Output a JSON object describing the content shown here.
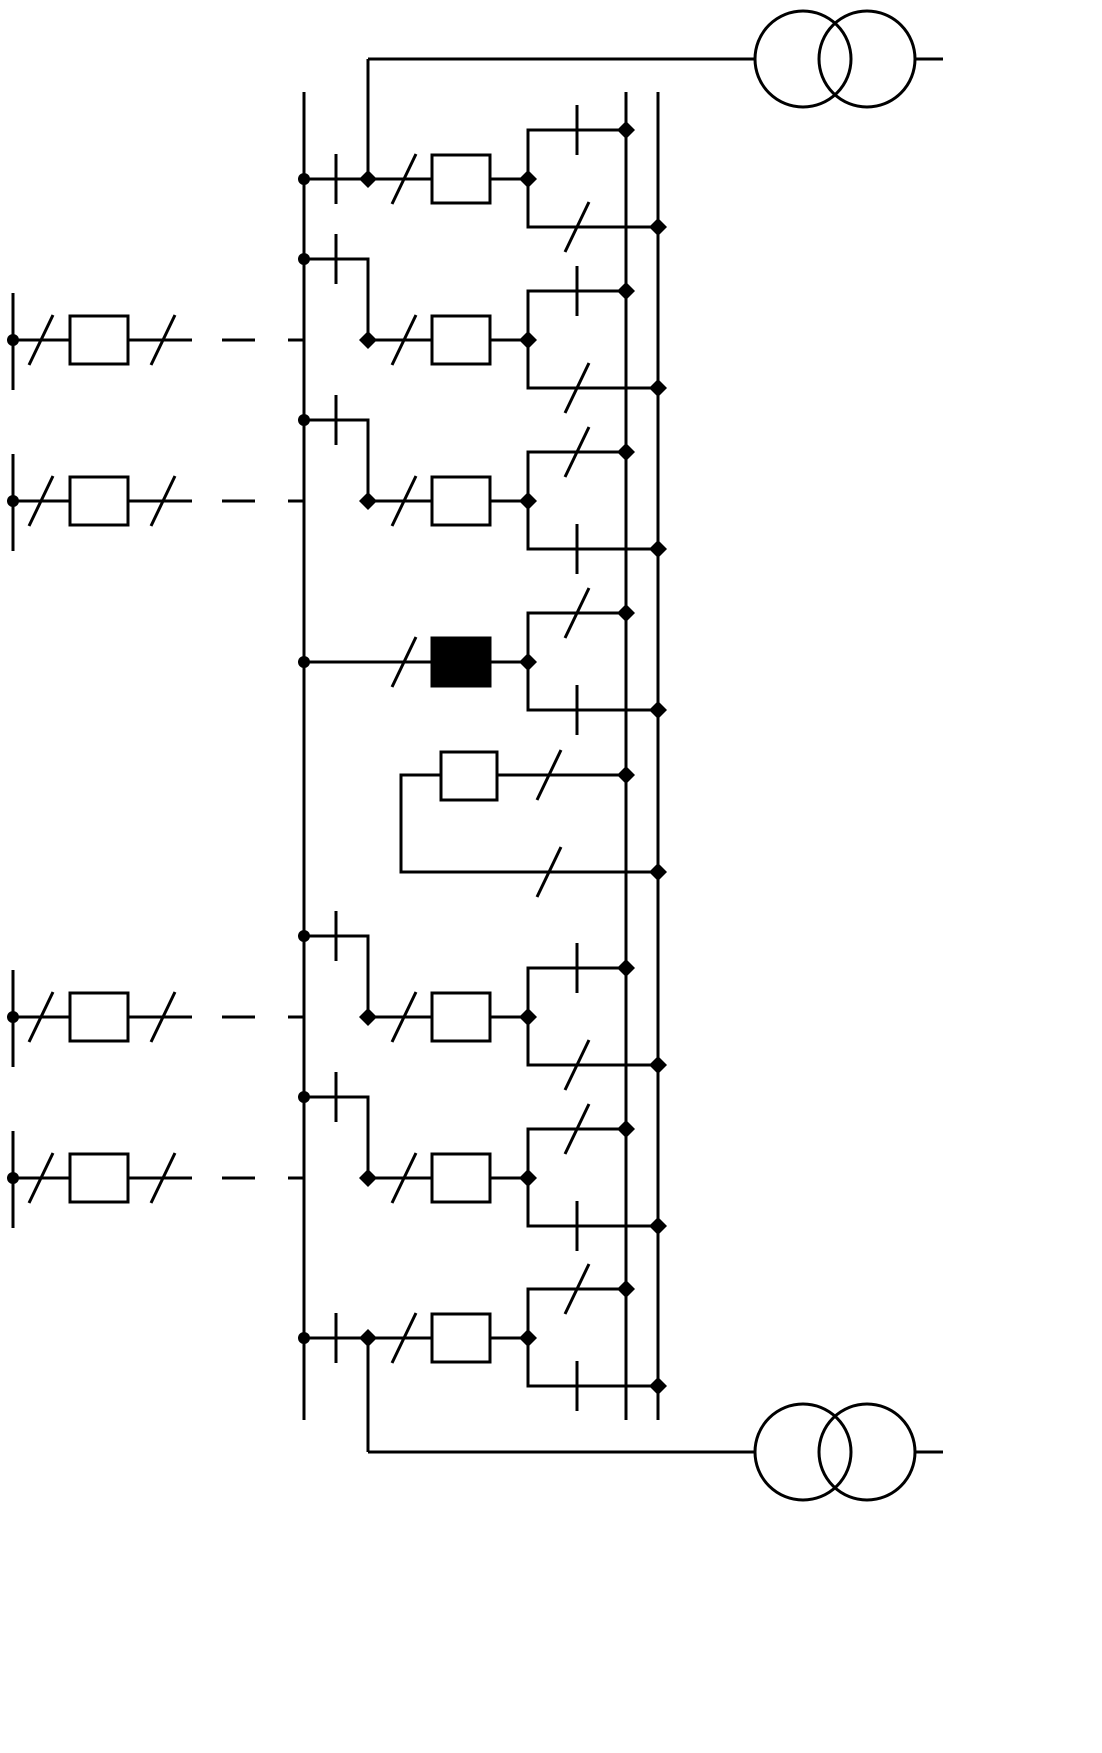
{
  "diagram": {
    "kind": "single-line electrical substation diagram",
    "text_labels": [],
    "colors": {
      "line": "#000000",
      "background": "#ffffff",
      "breaker_normal_fill": "#ffffff",
      "breaker_highlighted_fill": "#000000"
    },
    "components": {
      "busbars": 3,
      "transformers": 2,
      "feeder_bays": 8,
      "bus_coupler_bays": 1,
      "external_lines": 4,
      "highlighted_breakers": 1
    },
    "symbols": [
      "busbar",
      "circuit-breaker",
      "disconnector-open",
      "disconnector-closed",
      "node",
      "two-winding-transformer",
      "dashed-line-connection"
    ]
  }
}
